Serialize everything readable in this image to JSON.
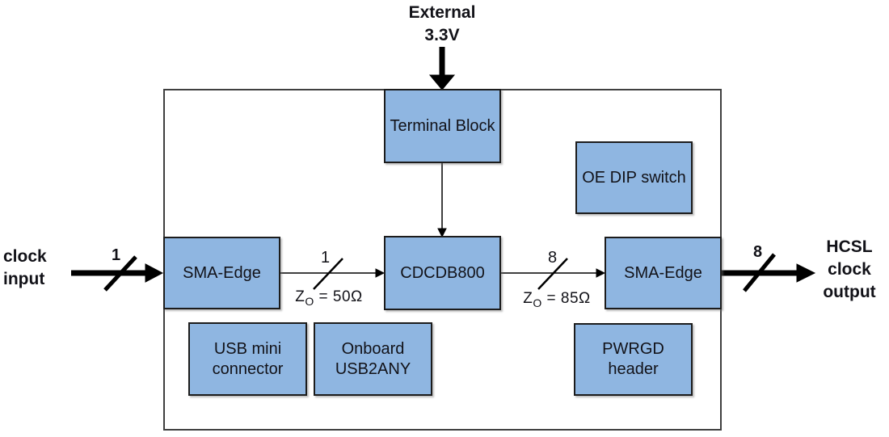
{
  "diagram": {
    "external_supply_label": {
      "line1": "External",
      "line2": "3.3V"
    },
    "clock_input_label": {
      "line1": "clock",
      "line2": "input"
    },
    "clock_output_label": {
      "line1": "HCSL",
      "line2": "clock",
      "line3": "output"
    },
    "blocks": {
      "terminal_block": {
        "label": "Terminal Block"
      },
      "oe_dip_switch": {
        "label": "OE DIP switch"
      },
      "sma_edge_input": {
        "label": "SMA-Edge"
      },
      "cdcdb800": {
        "label": "CDCDB800"
      },
      "sma_edge_output": {
        "label": "SMA-Edge"
      },
      "usb_mini_connector": {
        "line1": "USB mini",
        "line2": "connector"
      },
      "onboard_usb2any": {
        "line1": "Onboard",
        "line2": "USB2ANY"
      },
      "pwrgd_header": {
        "line1": "PWRGD",
        "line2": "header"
      }
    },
    "bus_widths": {
      "clock_input": "1",
      "sma_to_cdcdb800": "1",
      "cdcdb800_to_sma": "8",
      "clock_output": "8"
    },
    "impedance_labels": {
      "input": {
        "base": "Z",
        "sub": "O",
        "value": " = 50Ω"
      },
      "output": {
        "base": "Z",
        "sub": "O",
        "value": " = 85Ω"
      }
    },
    "colors": {
      "block_fill": "#8FB6E1",
      "block_border": "#1c1c1c",
      "board_border": "#3f3f3f",
      "line_color": "#000000",
      "text_color": "#121218"
    }
  }
}
